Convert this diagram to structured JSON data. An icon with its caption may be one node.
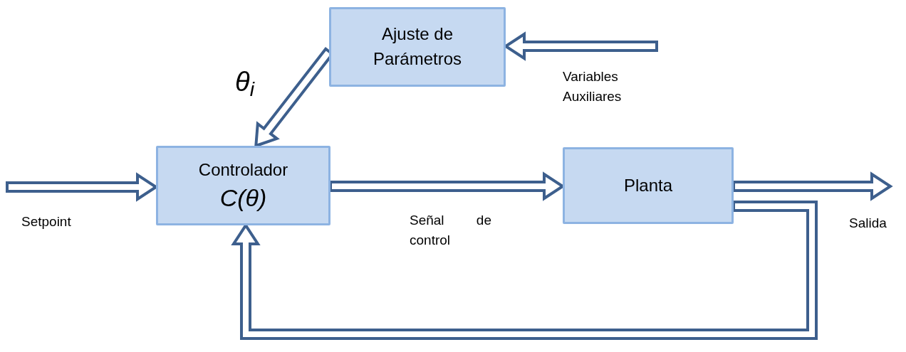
{
  "diagram": {
    "nodes": [
      {
        "text": [
          "Ajuste de Parámetros"
        ]
      },
      {
        "text": [
          "Controlador",
          "C(θ)"
        ]
      },
      {
        "text": [
          "Planta"
        ]
      }
    ],
    "edges": [
      {
        "from": null,
        "to": 0,
        "arrow": "to",
        "label": "Variables Auxiliares"
      },
      {
        "from": 0,
        "to": 1,
        "arrow": "to",
        "label": "θ$_{i}$"
      },
      {
        "from": null,
        "to": 1,
        "arrow": "to",
        "label": "Setpoint"
      },
      {
        "from": 1,
        "to": 2,
        "arrow": "to",
        "label": "Señal de control"
      },
      {
        "from": 2,
        "to": null,
        "arrow": "to",
        "label": "Salida"
      },
      {
        "from": 2,
        "to": 1,
        "arrow": "to"
      }
    ]
  }
}
